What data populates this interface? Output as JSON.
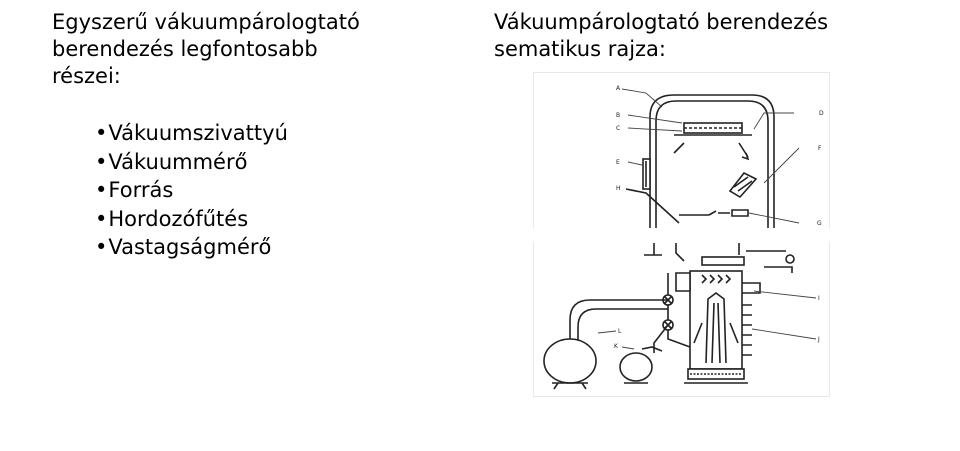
{
  "left_title": {
    "lines": [
      "Egyszerű vákuumpárologtató",
      "berendezés legfontosabb",
      "részei:"
    ]
  },
  "bullets": {
    "marker": "•",
    "items": [
      "Vákuumszivattyú",
      "Vákuummérő",
      "Forrás",
      "Hordozófűtés",
      "Vastagságmérő"
    ]
  },
  "right_title": {
    "lines": [
      "Vákuumpárologtató berendezés",
      "sematikus rajza:"
    ]
  },
  "diagram": {
    "labels_top": [
      "A",
      "B",
      "C",
      "E",
      "H",
      "D",
      "F",
      "G"
    ],
    "labels_bottom": [
      "I",
      "J",
      "L",
      "K"
    ]
  }
}
